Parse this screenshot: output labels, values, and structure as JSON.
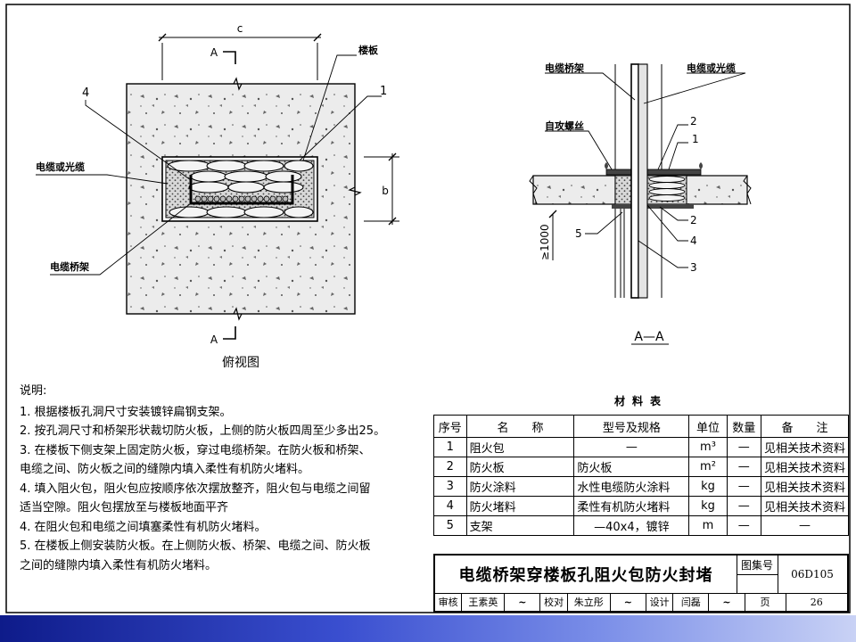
{
  "plan_view": {
    "dim_c": "c",
    "dim_b": "b",
    "section_mark_top": "A",
    "section_mark_bottom": "A",
    "label_slab": "楼板",
    "label_cable": "电缆或光缆",
    "label_tray": "电缆桥架",
    "callout_4": "4",
    "callout_1": "1",
    "caption": "俯视图"
  },
  "section_view": {
    "label_tray": "电缆桥架",
    "label_cable": "电缆或光缆",
    "label_screw": "自攻螺丝",
    "callout_2_top": "2",
    "callout_1": "1",
    "callout_2_bot": "2",
    "callout_4": "4",
    "callout_3": "3",
    "callout_5": "5",
    "dim_1000": "≥1000",
    "caption": "A—A"
  },
  "notes": {
    "heading": "说明:",
    "lines": [
      "1. 根据楼板孔洞尺寸安装镀锌扁钢支架。",
      "2. 按孔洞尺寸和桥架形状裁切防火板，上侧的防火板四周至少多出25。",
      "3. 在楼板下侧支架上固定防火板，穿过电缆桥架。在防火板和桥架、",
      "    电缆之间、防火板之间的缝隙内填入柔性有机防火堵料。",
      "4. 填入阻火包，阻火包应按顺序依次摆放整齐，阻火包与电缆之间留",
      "    适当空隙。阻火包摆放至与楼板地面平齐",
      "4. 在阻火包和电缆之间填塞柔性有机防火堵料。",
      "5. 在楼板上侧安装防火板。在上侧防火板、桥架、电缆之间、防火板",
      "    之间的缝隙内填入柔性有机防火堵料。"
    ]
  },
  "materials": {
    "title": "材料表",
    "headers": [
      "序号",
      "名　　称",
      "型号及规格",
      "单位",
      "数量",
      "备　　注"
    ],
    "rows": [
      [
        "1",
        "阻火包",
        "—",
        "m³",
        "—",
        "见相关技术资料"
      ],
      [
        "2",
        "防火板",
        "防火板",
        "m²",
        "—",
        "见相关技术资料"
      ],
      [
        "3",
        "防火涂料",
        "水性电缆防火涂料",
        "kg",
        "—",
        "见相关技术资料"
      ],
      [
        "4",
        "防火堵料",
        "柔性有机防火堵料",
        "kg",
        "—",
        "见相关技术资料"
      ],
      [
        "5",
        "支架",
        "—40x4，镀锌",
        "m",
        "—",
        "—"
      ]
    ]
  },
  "title_block": {
    "title": "电缆桥架穿楼板孔阻火包防火封堵",
    "atlas_label": "图集号",
    "atlas_no": "06D105",
    "review": "审核",
    "reviewer": "王素英",
    "check": "校对",
    "checker": "朱立彤",
    "design": "设计",
    "designer": "闫磊",
    "page_label": "页",
    "page_no": "26"
  }
}
